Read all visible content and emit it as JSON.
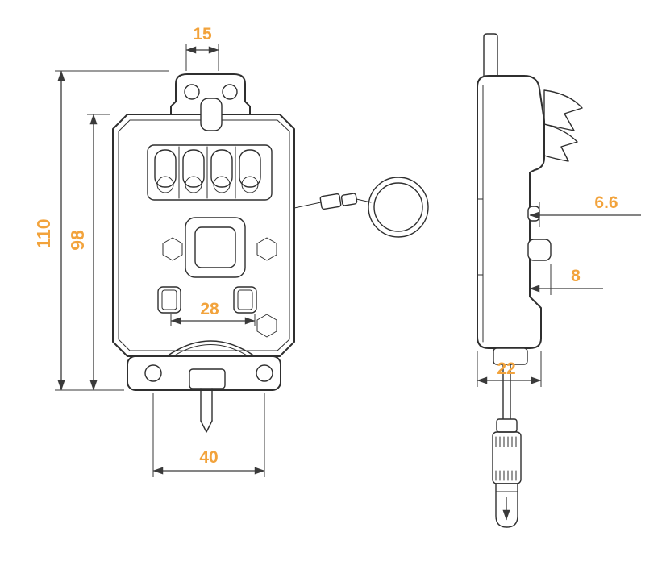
{
  "page": {
    "background": "#ffffff",
    "type": "technical-dimension-drawing"
  },
  "colors": {
    "accent": "#F2A33C",
    "line": "#2F2F2F",
    "dim_line": "#3A3A3A"
  },
  "views": {
    "front": "front-view",
    "side": "side-view"
  },
  "dimensions": {
    "tab_width": "15",
    "overall_height": "110",
    "body_height": "98",
    "inner_spacing": "28",
    "mount_hole_spacing": "40",
    "side_edge_depth": "6.6",
    "button_depth": "8",
    "body_depth": "22"
  }
}
